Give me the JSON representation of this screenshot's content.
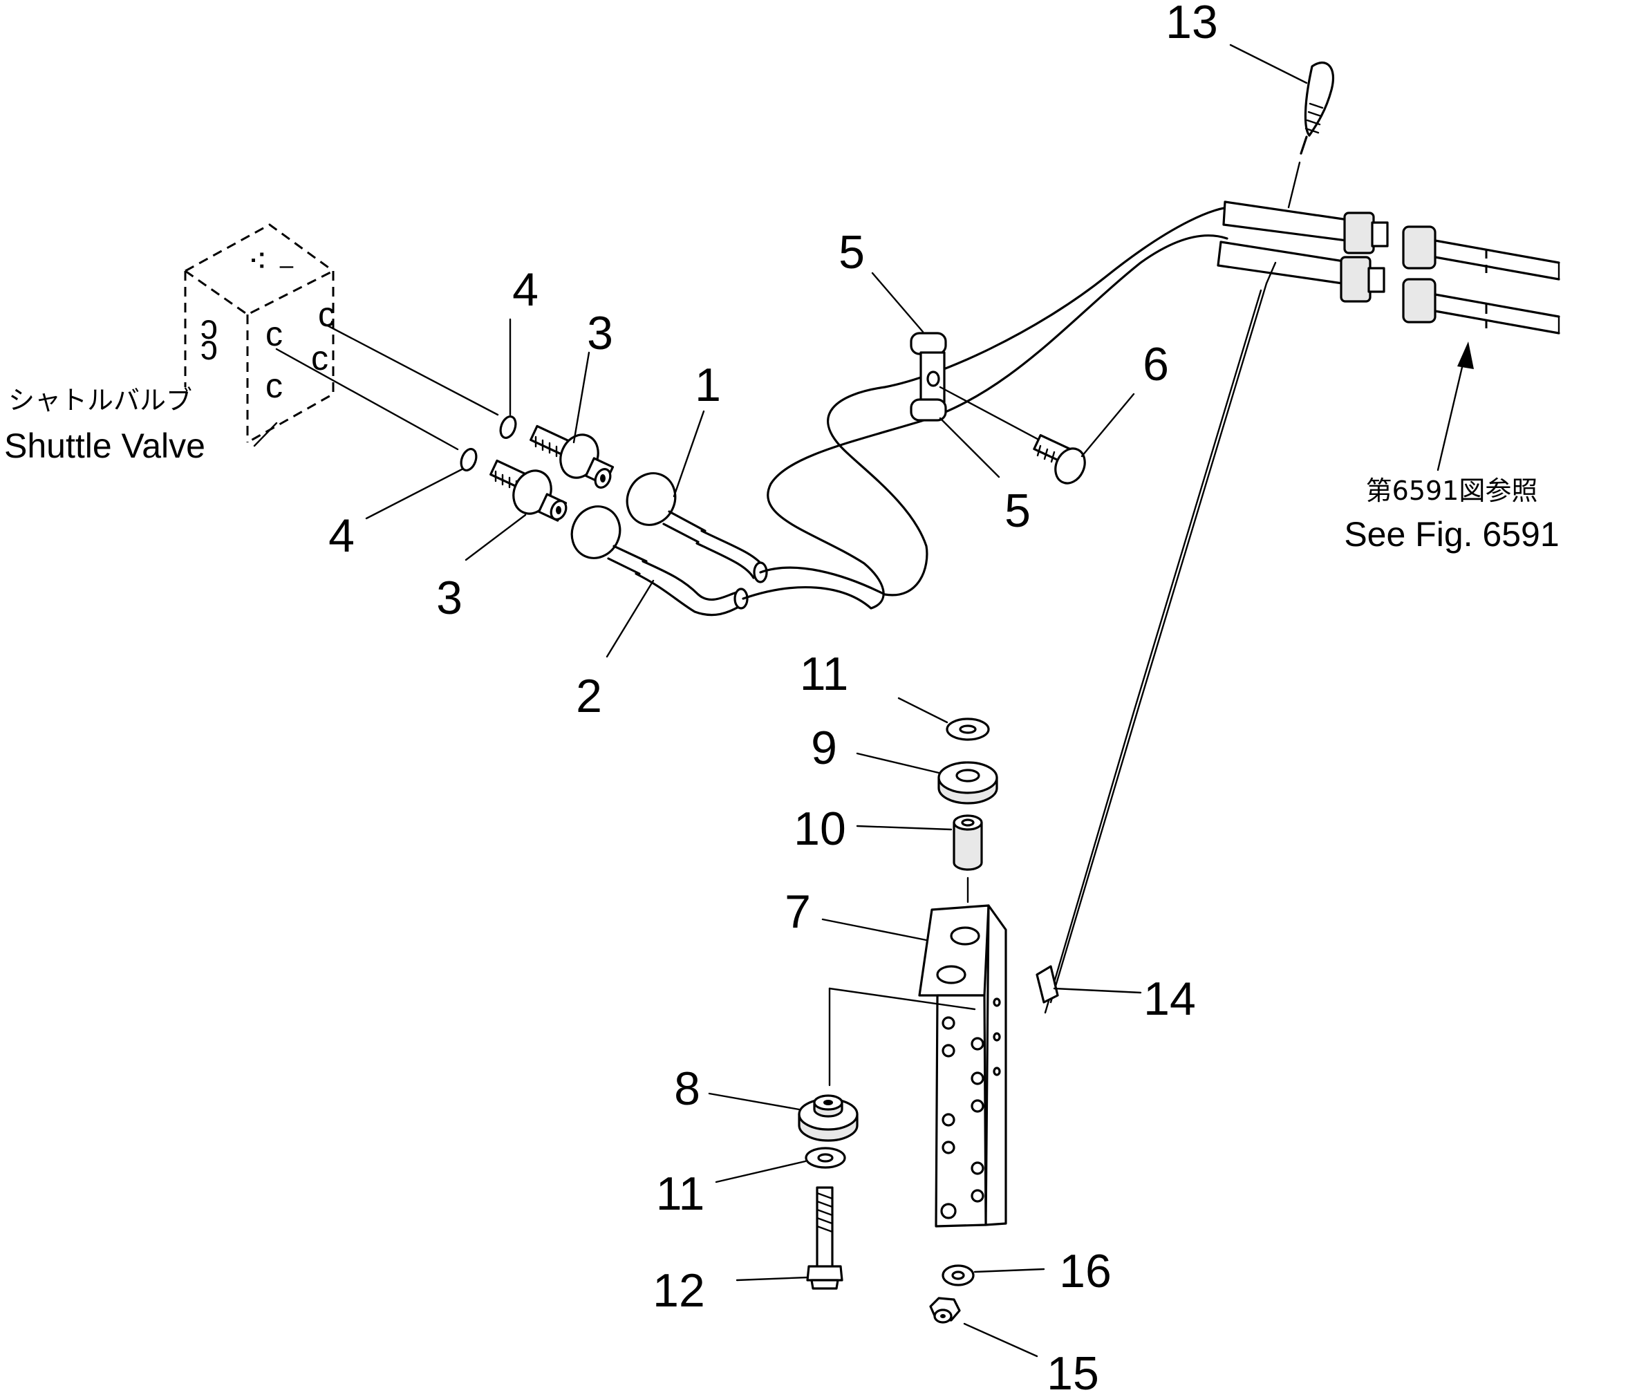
{
  "labels": {
    "shuttle_valve_jp": "シャトルバルブ",
    "shuttle_valve_en": "Shuttle Valve",
    "see_fig_jp": "第6591図参照",
    "see_fig_en": "See Fig. 6591"
  },
  "callouts": {
    "c1": "1",
    "c2": "2",
    "c3a": "3",
    "c3b": "3",
    "c4a": "4",
    "c4b": "4",
    "c5a": "5",
    "c5b": "5",
    "c6": "6",
    "c7": "7",
    "c8": "8",
    "c9": "9",
    "c10": "10",
    "c11a": "11",
    "c11b": "11",
    "c12": "12",
    "c13": "13",
    "c14": "14",
    "c15": "15",
    "c16": "16"
  }
}
